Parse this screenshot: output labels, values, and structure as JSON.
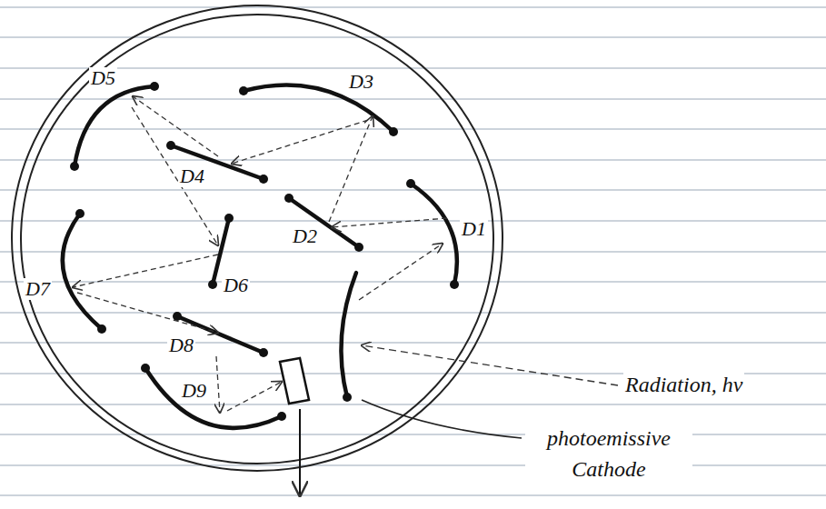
{
  "diagram": {
    "labels": [
      "D5",
      "D3",
      "D4",
      "D2",
      "D1",
      "D6",
      "D7",
      "D8",
      "D9",
      "Radiation, hν",
      "photoemissive Cathode"
    ]
  }
}
